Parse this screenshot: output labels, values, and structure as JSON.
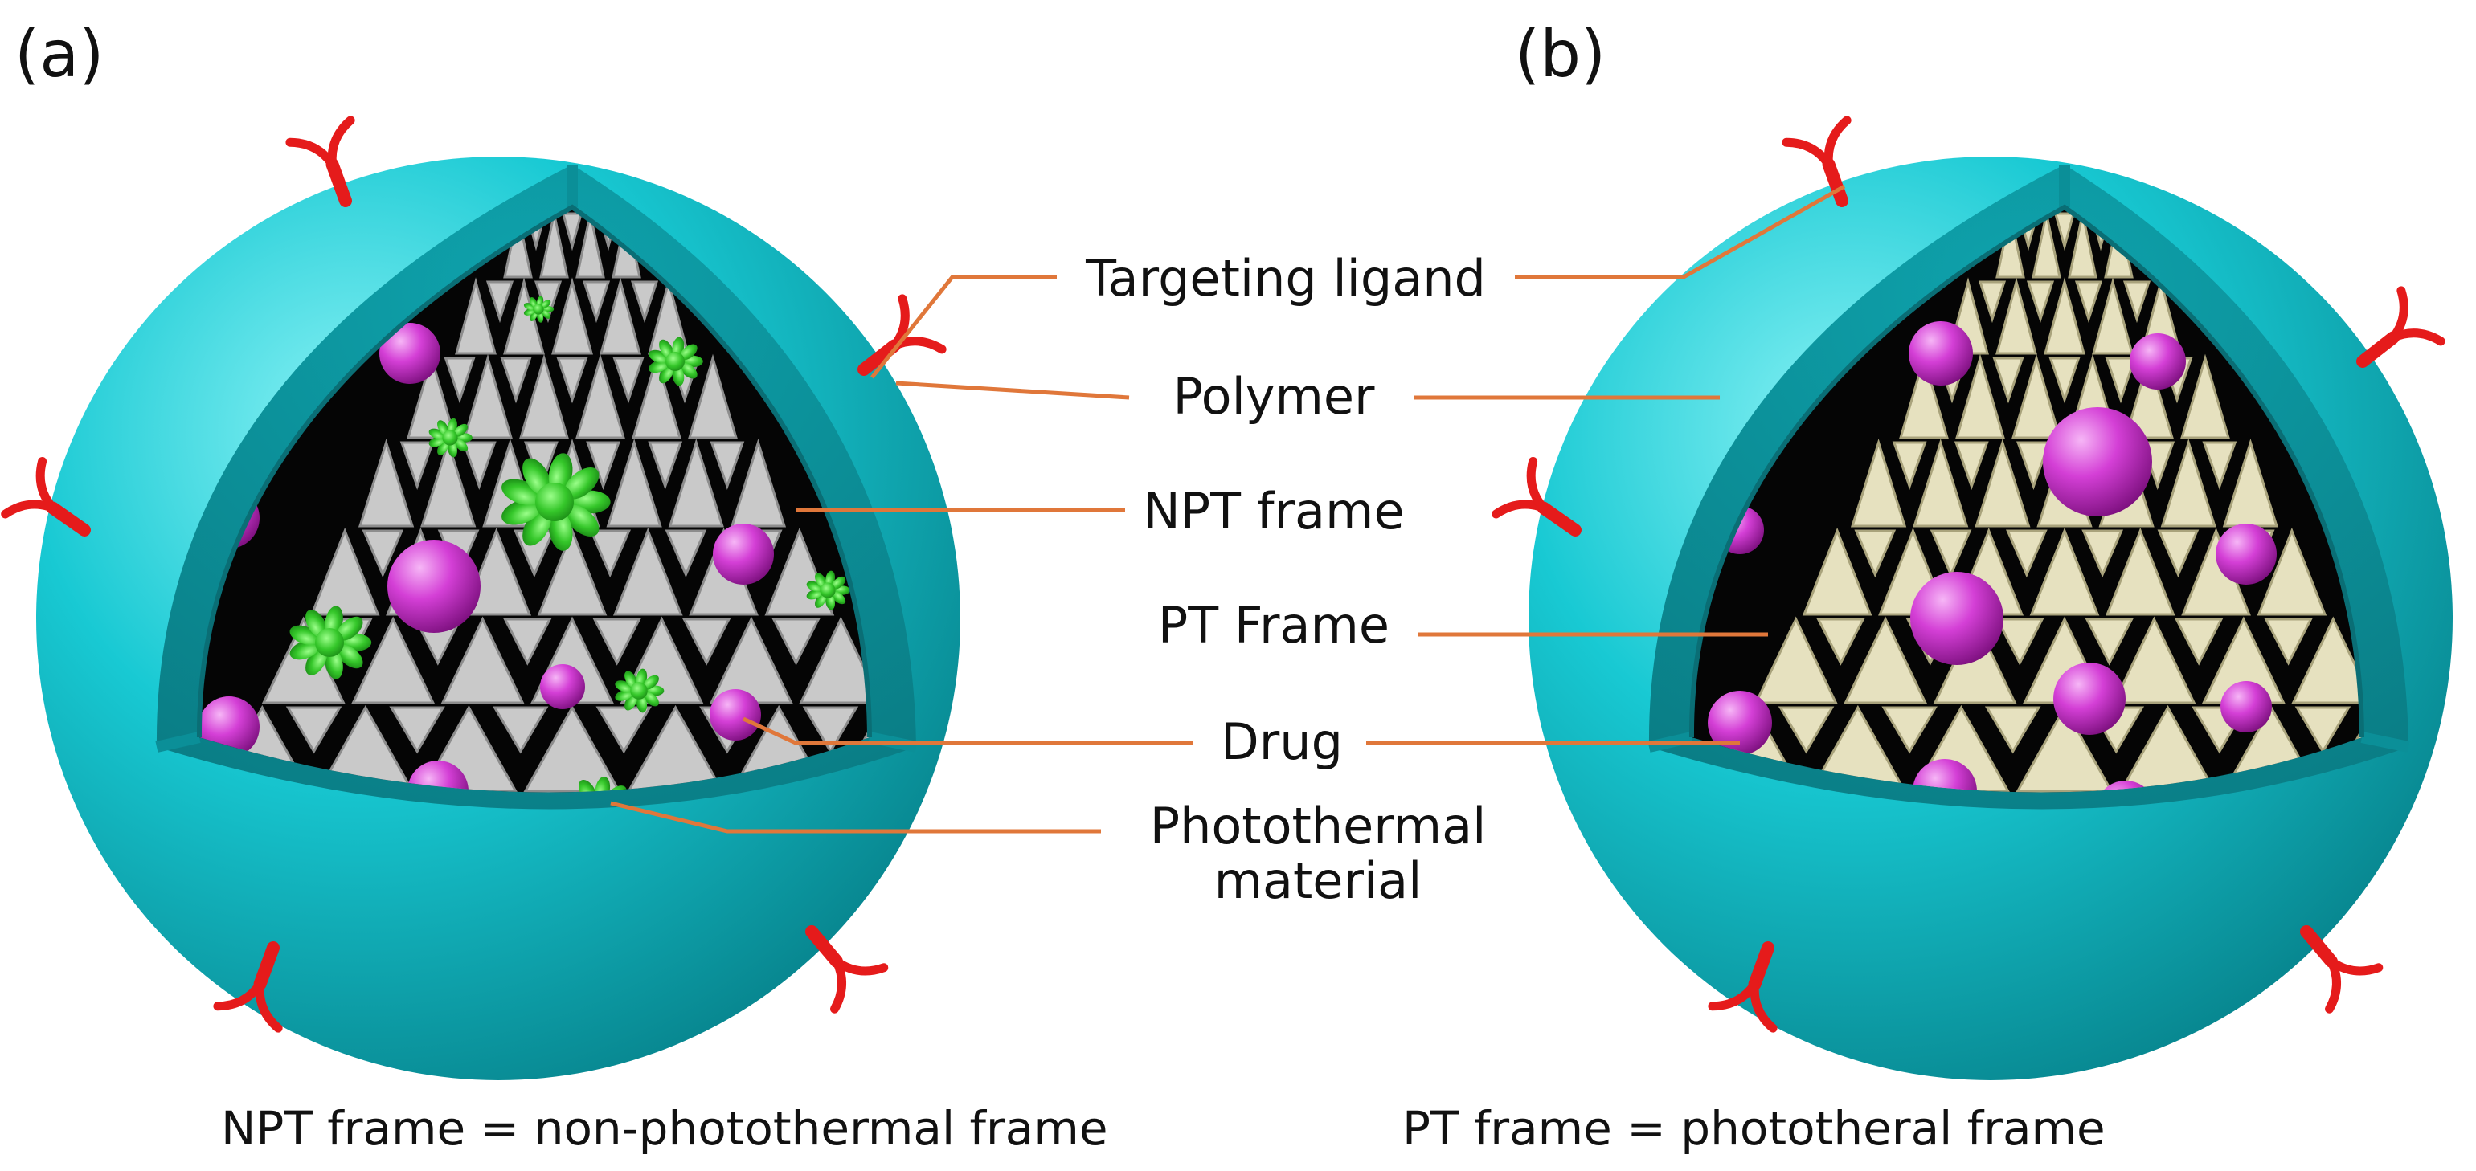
{
  "panels": {
    "a": {
      "letter": "(a)",
      "frame_color": "#c9c9c9",
      "has_photothermal": true
    },
    "b": {
      "letter": "(b)",
      "frame_color": "#e6e1bf",
      "has_photothermal": false
    }
  },
  "labels": {
    "targeting_ligand": "Targeting ligand",
    "polymer": "Polymer",
    "npt_frame": "NPT frame",
    "pt_frame": "PT Frame",
    "drug": "Drug",
    "photothermal_line1": "Photothermal",
    "photothermal_line2": "material"
  },
  "footnotes": {
    "left": "NPT frame = non-photothermal frame",
    "right": "PT frame = phototheral frame"
  },
  "colors": {
    "polymer_shell": "#16c9d2",
    "ligand": "#e51b1b",
    "drug": "#d43fd6",
    "photothermal": "#3ccf2e",
    "leader_line": "#e0773a",
    "cavity": "#050505"
  }
}
